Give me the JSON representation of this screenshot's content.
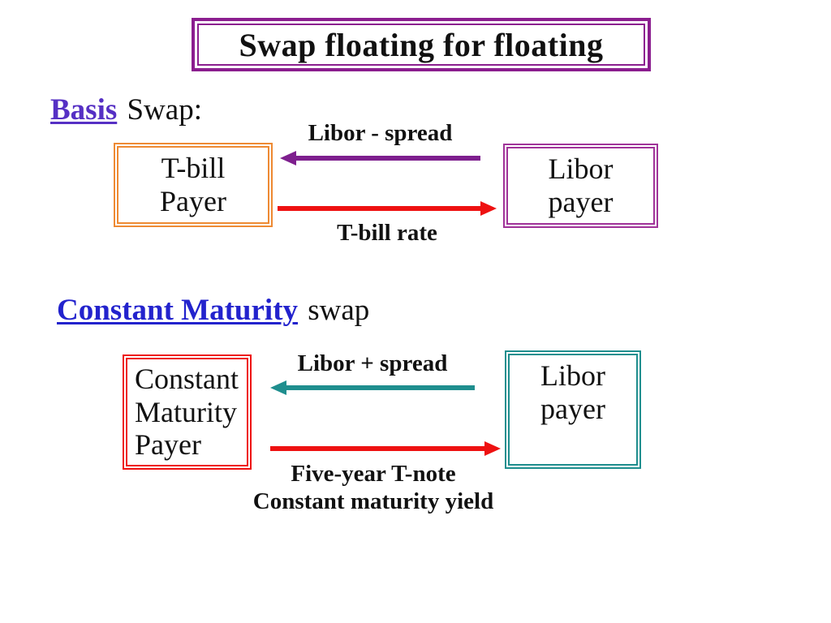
{
  "title": "Swap floating for floating",
  "colors": {
    "frame-purple": "#8B1E8F",
    "link-violet": "#5630C4",
    "link-blue": "#2323CD",
    "box-orange": "#EE8A33",
    "box-magenta": "#A03399",
    "box-red": "#EE1111",
    "box-teal": "#1F8E8E",
    "arrow-purple": "#7E1F8E",
    "arrow-red": "#EE1111",
    "arrow-teal": "#1F8E8E"
  },
  "basis": {
    "heading_term": "Basis",
    "heading_rest": "Swap:",
    "payer_box": "T-bill\nPayer",
    "counterparty_box": "Libor\npayer",
    "receive_arrow_label": "Libor - spread",
    "pay_arrow_label": "T-bill rate"
  },
  "cms": {
    "heading_term": "Constant Maturity",
    "heading_rest": "swap",
    "payer_box": "Constant\nMaturity\nPayer",
    "counterparty_box": "Libor\npayer",
    "receive_arrow_label": "Libor + spread",
    "pay_arrow_label": "Five-year T-note\nConstant maturity yield"
  }
}
